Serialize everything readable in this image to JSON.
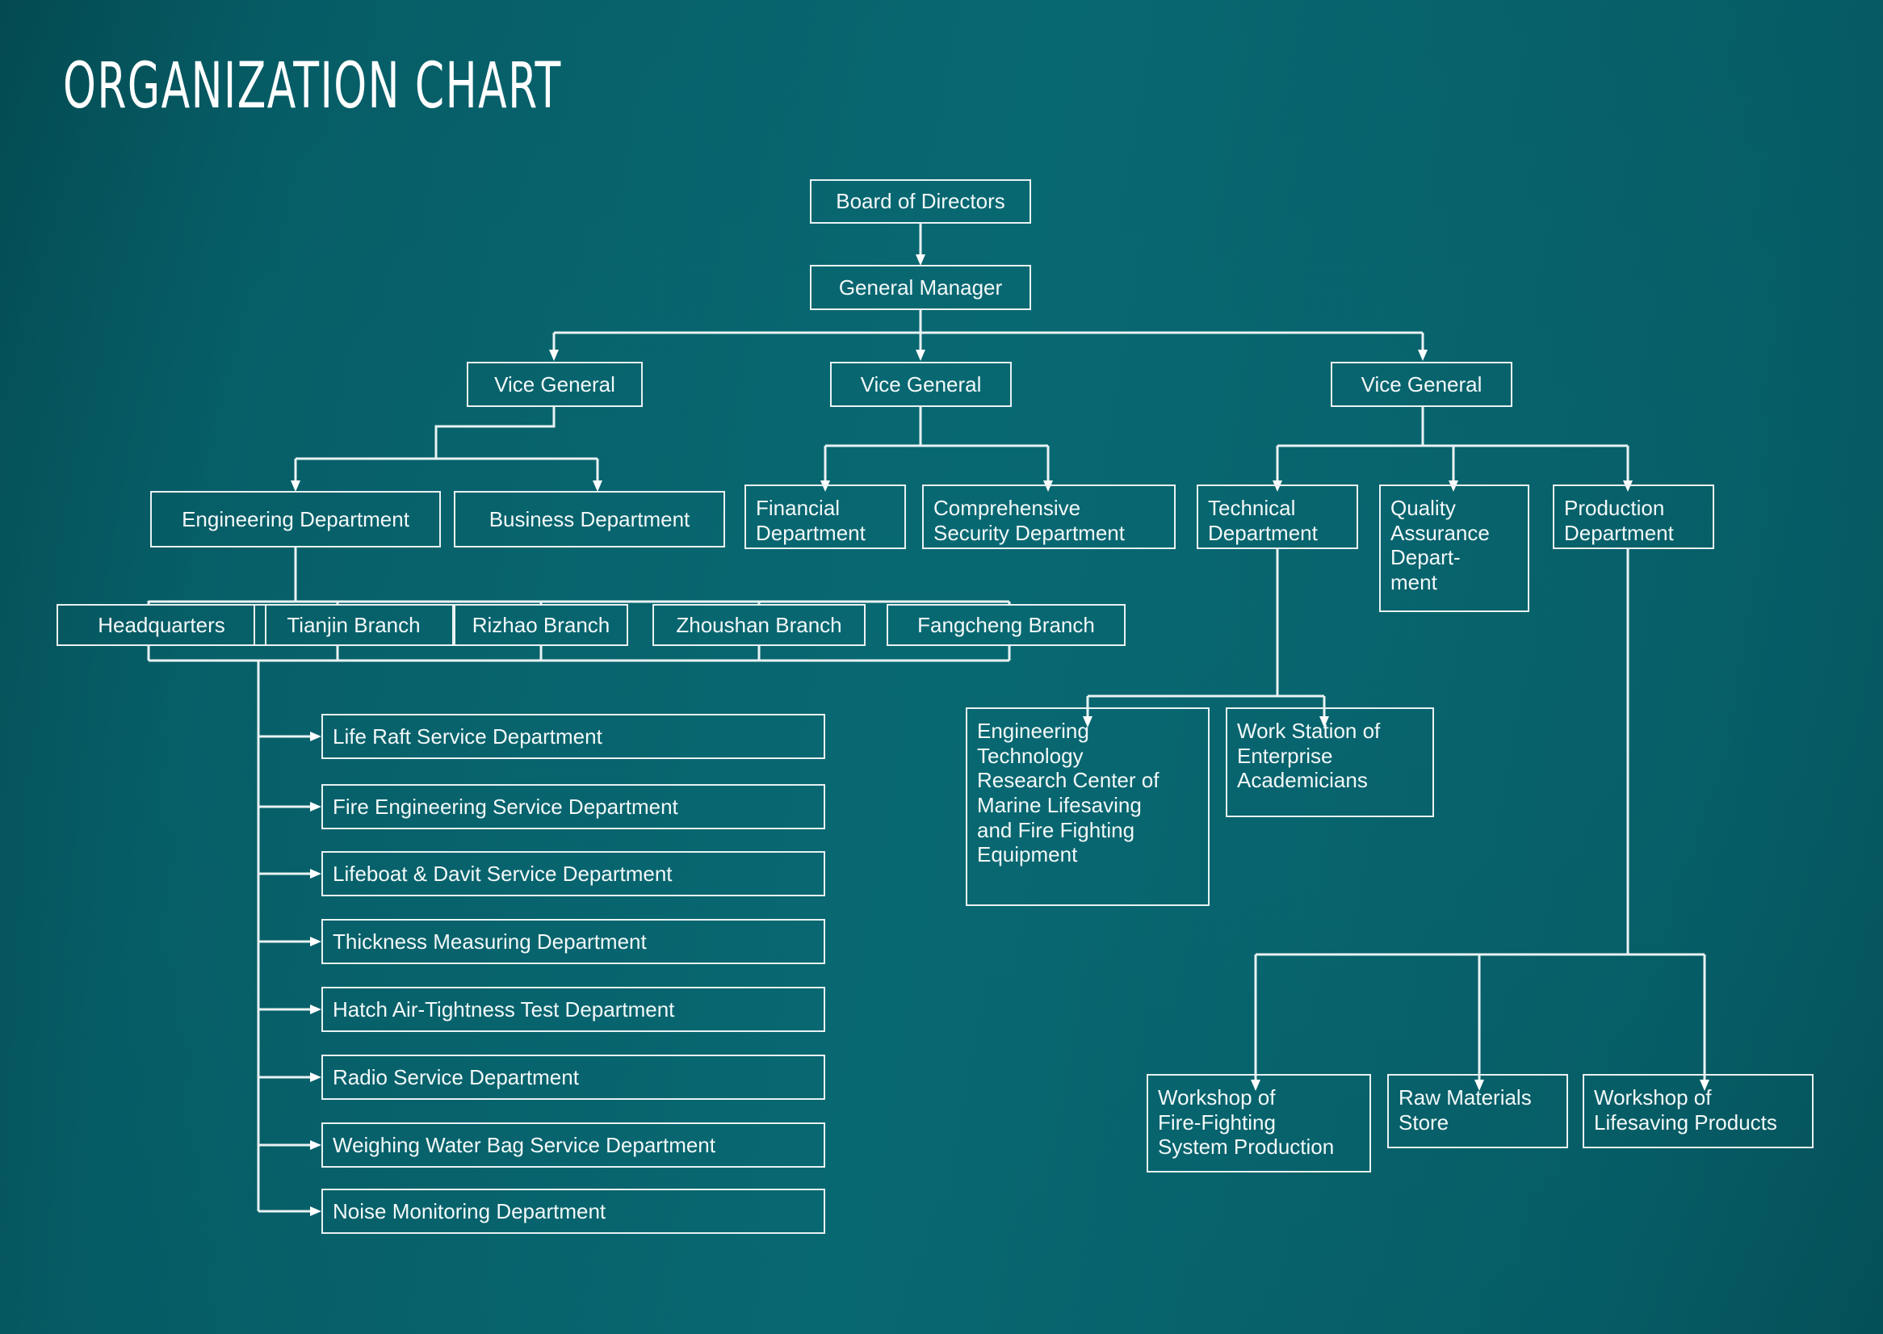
{
  "page": {
    "title": "ORGANIZATION CHART",
    "background_color": "#065A63",
    "line_color": "#E9F2F3",
    "text_color": "#F2F8F8"
  },
  "chart_data": {
    "type": "diagram",
    "diagram_type": "organization-chart",
    "title": "ORGANIZATION CHART",
    "nodes": [
      {
        "id": "board",
        "label": "Board of Directors",
        "level": 0
      },
      {
        "id": "gm",
        "label": "General Manager",
        "level": 1
      },
      {
        "id": "vg1",
        "label": "Vice General",
        "level": 2
      },
      {
        "id": "vg2",
        "label": "Vice General",
        "level": 2
      },
      {
        "id": "vg3",
        "label": "Vice General",
        "level": 2
      },
      {
        "id": "engdept",
        "label": "Engineering Department",
        "level": 3
      },
      {
        "id": "busdept",
        "label": "Business Department",
        "level": 3
      },
      {
        "id": "findept",
        "label": "Financial\nDepartment",
        "level": 3
      },
      {
        "id": "secdept",
        "label": "Comprehensive\nSecurity Department",
        "level": 3
      },
      {
        "id": "techdept",
        "label": "Technical\nDepartment",
        "level": 3
      },
      {
        "id": "qadept",
        "label": "Quality\nAssurance\nDepart-\nment",
        "level": 3
      },
      {
        "id": "proddept",
        "label": "Production\nDepartment",
        "level": 3
      },
      {
        "id": "hq",
        "label": "Headquarters",
        "level": 4
      },
      {
        "id": "tianjin",
        "label": "Tianjin Branch",
        "level": 4
      },
      {
        "id": "rizhao",
        "label": "Rizhao Branch",
        "level": 4
      },
      {
        "id": "zhoushan",
        "label": "Zhoushan Branch",
        "level": 4
      },
      {
        "id": "fangcheng",
        "label": "Fangcheng Branch",
        "level": 4
      },
      {
        "id": "liferaft",
        "label": "Life Raft Service Department",
        "level": 5
      },
      {
        "id": "fireeng",
        "label": "Fire Engineering Service Department",
        "level": 5
      },
      {
        "id": "lifeboat",
        "label": "Lifeboat & Davit Service Department",
        "level": 5
      },
      {
        "id": "thickness",
        "label": "Thickness Measuring Department",
        "level": 5
      },
      {
        "id": "hatch",
        "label": "Hatch Air-Tightness Test Department",
        "level": 5
      },
      {
        "id": "radio",
        "label": "Radio Service Department",
        "level": 5
      },
      {
        "id": "weighing",
        "label": "Weighing Water Bag Service Department",
        "level": 5
      },
      {
        "id": "noise",
        "label": "Noise Monitoring Department",
        "level": 5
      },
      {
        "id": "etrc",
        "label": "Engineering\nTechnology\nResearch Center of\nMarine Lifesaving\nand Fire Fighting\nEquipment",
        "level": 4
      },
      {
        "id": "workstation",
        "label": "Work Station of\nEnterprise\nAcademicians",
        "level": 4
      },
      {
        "id": "wsfire",
        "label": "Workshop of\nFire-Fighting\nSystem Production",
        "level": 4
      },
      {
        "id": "rawmat",
        "label": "Raw Materials\nStore",
        "level": 4
      },
      {
        "id": "wslife",
        "label": "Workshop of\nLifesaving Products",
        "level": 4
      }
    ],
    "edges": [
      {
        "from": "board",
        "to": "gm"
      },
      {
        "from": "gm",
        "to": "vg1"
      },
      {
        "from": "gm",
        "to": "vg2"
      },
      {
        "from": "gm",
        "to": "vg3"
      },
      {
        "from": "vg1",
        "to": "engdept"
      },
      {
        "from": "vg1",
        "to": "busdept"
      },
      {
        "from": "vg2",
        "to": "findept"
      },
      {
        "from": "vg2",
        "to": "secdept"
      },
      {
        "from": "vg3",
        "to": "techdept"
      },
      {
        "from": "vg3",
        "to": "qadept"
      },
      {
        "from": "vg3",
        "to": "proddept"
      },
      {
        "from": "engdept",
        "to": "hq"
      },
      {
        "from": "engdept",
        "to": "tianjin"
      },
      {
        "from": "engdept",
        "to": "rizhao"
      },
      {
        "from": "engdept",
        "to": "zhoushan"
      },
      {
        "from": "engdept",
        "to": "fangcheng"
      },
      {
        "from": "hq",
        "to": "liferaft"
      },
      {
        "from": "hq",
        "to": "fireeng"
      },
      {
        "from": "hq",
        "to": "lifeboat"
      },
      {
        "from": "hq",
        "to": "thickness"
      },
      {
        "from": "hq",
        "to": "hatch"
      },
      {
        "from": "hq",
        "to": "radio"
      },
      {
        "from": "hq",
        "to": "weighing"
      },
      {
        "from": "hq",
        "to": "noise"
      },
      {
        "from": "techdept",
        "to": "etrc"
      },
      {
        "from": "techdept",
        "to": "workstation"
      },
      {
        "from": "proddept",
        "to": "wsfire"
      },
      {
        "from": "proddept",
        "to": "rawmat"
      },
      {
        "from": "proddept",
        "to": "wslife"
      }
    ]
  }
}
